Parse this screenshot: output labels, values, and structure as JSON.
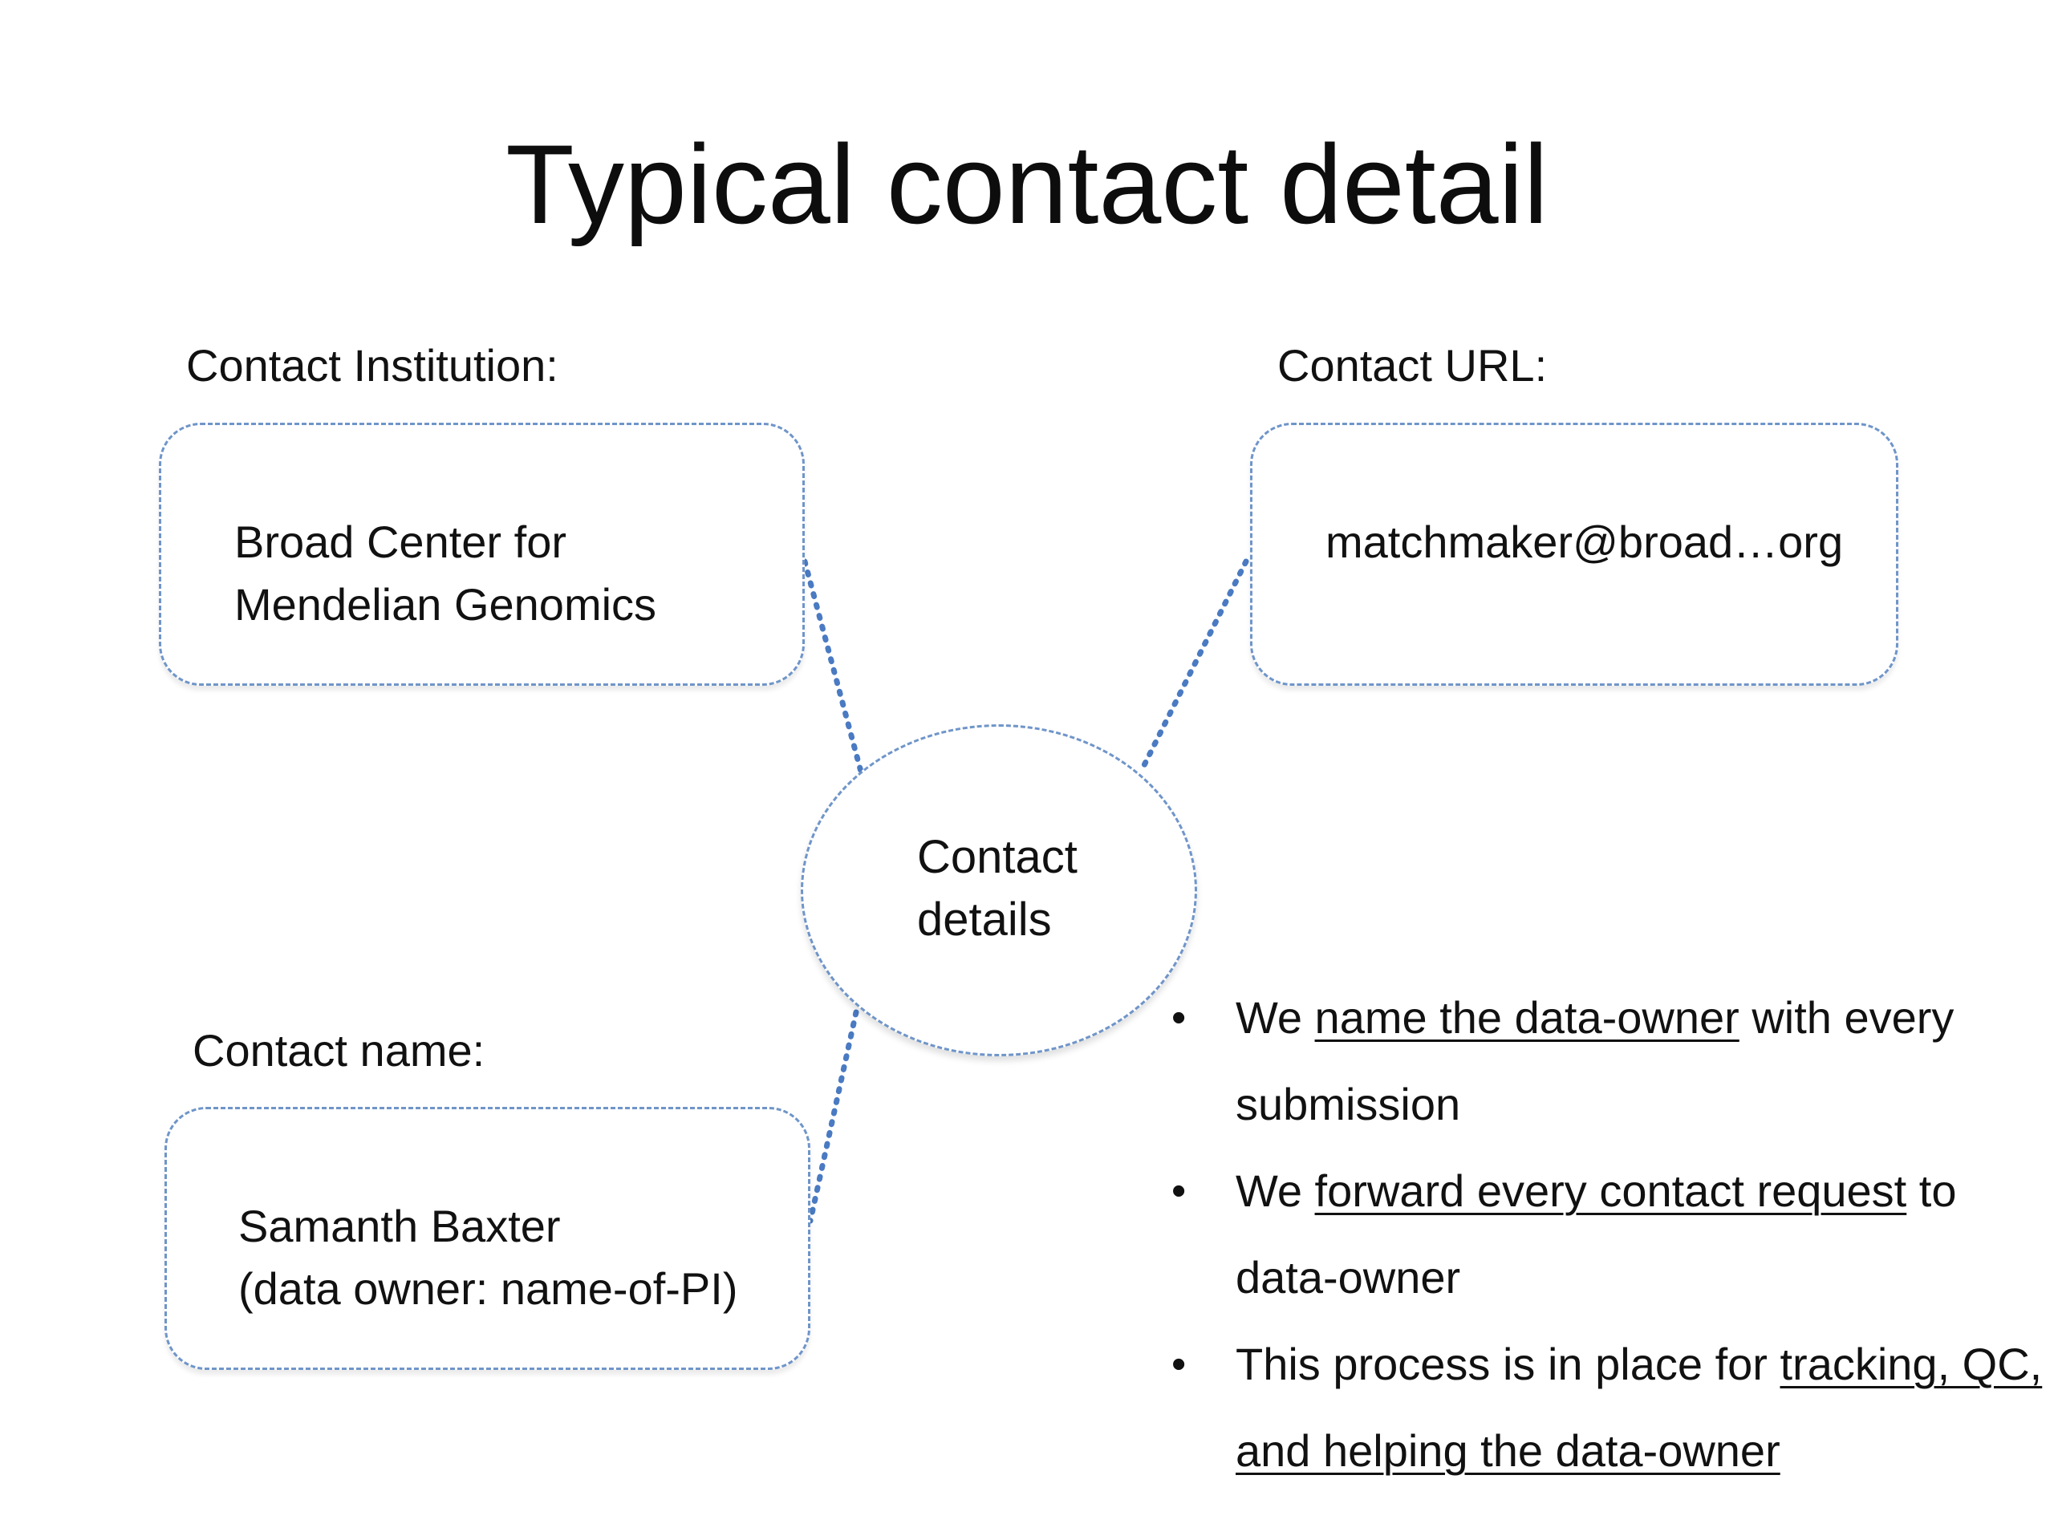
{
  "title": "Typical contact detail",
  "institution": {
    "label": "Contact Institution:",
    "lines": [
      "Broad Center for",
      "Mendelian Genomics"
    ]
  },
  "url": {
    "label": "Contact URL:",
    "value": "matchmaker@broad…org"
  },
  "name": {
    "label": "Contact name:",
    "lines": [
      "Samanth Baxter",
      "(data owner: name-of-PI)"
    ]
  },
  "center": {
    "lines": [
      "Contact",
      "details"
    ]
  },
  "bullets": [
    {
      "pre": "We ",
      "underlined": "name the data-owner",
      "post": " with every submission"
    },
    {
      "pre": "We ",
      "underlined": "forward every contact request",
      "post": " to data-owner"
    },
    {
      "pre": "This process is in place for ",
      "underlined": "tracking, QC, and helping the data-owner",
      "post": ""
    }
  ],
  "colors": {
    "dashed_border": "#6f95c9",
    "connector": "#4a7ac2"
  }
}
